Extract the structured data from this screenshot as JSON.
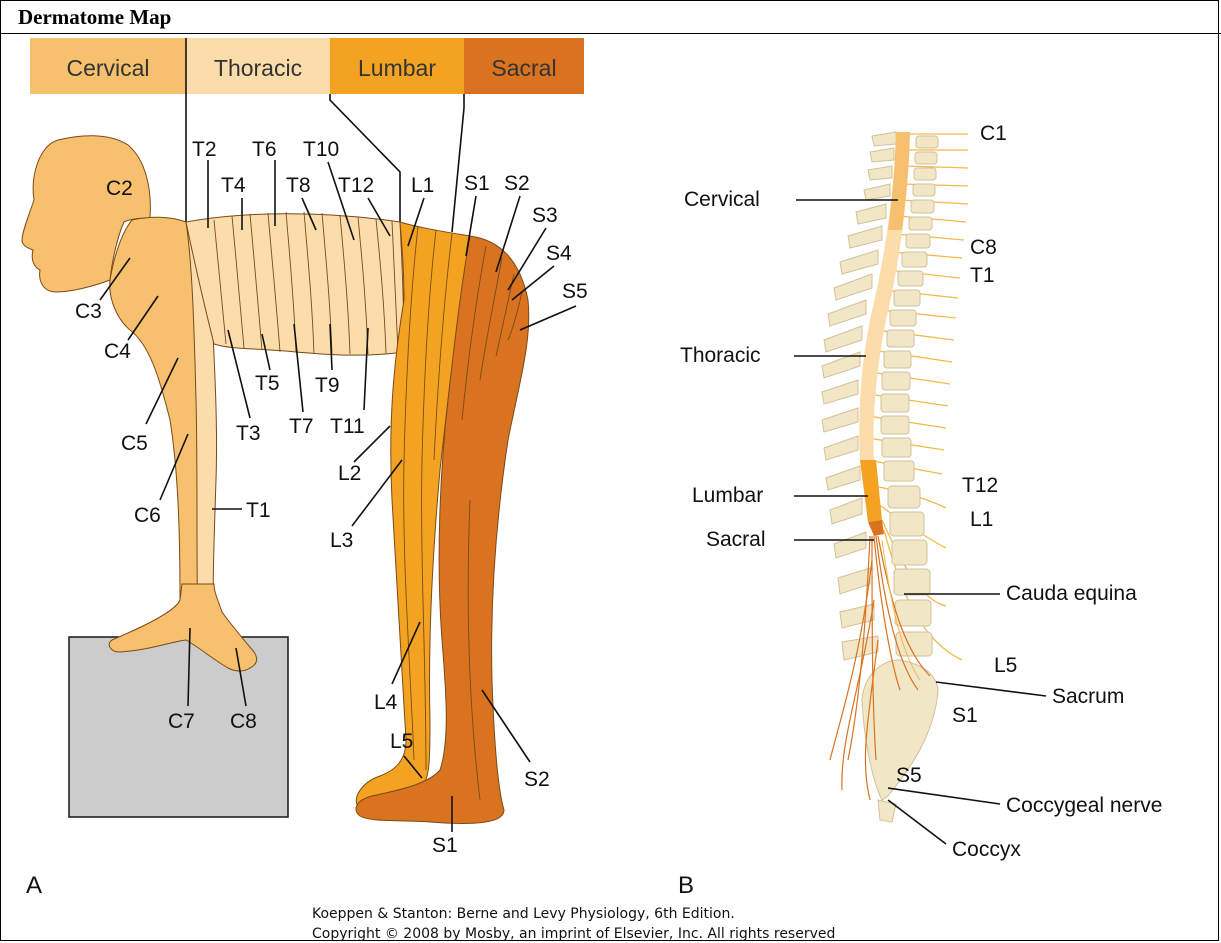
{
  "page_title": "Dermatome Map",
  "panel_a": {
    "letter": "A",
    "headers": [
      "Cervical",
      "Thoracic",
      "Lumbar",
      "Sacral"
    ],
    "labels": {
      "c2": "C2",
      "c3": "C3",
      "c4": "C4",
      "c5": "C5",
      "c6": "C6",
      "c7": "C7",
      "c8": "C8",
      "t1": "T1",
      "t2": "T2",
      "t3": "T3",
      "t4": "T4",
      "t5": "T5",
      "t6": "T6",
      "t7": "T7",
      "t8": "T8",
      "t9": "T9",
      "t10": "T10",
      "t11": "T11",
      "t12": "T12",
      "l1": "L1",
      "l2": "L2",
      "l3": "L3",
      "l4": "L4",
      "l5": "L5",
      "s1_top": "S1",
      "s2_top": "S2",
      "s3": "S3",
      "s4": "S4",
      "s5": "S5",
      "s2_leg": "S2",
      "s1_foot": "S1"
    }
  },
  "panel_b": {
    "letter": "B",
    "labels": {
      "c1": "C1",
      "cervical": "Cervical",
      "c8": "C8",
      "t1": "T1",
      "thoracic": "Thoracic",
      "t12": "T12",
      "lumbar": "Lumbar",
      "l1": "L1",
      "sacral": "Sacral",
      "cauda_equina": "Cauda equina",
      "l5": "L5",
      "sacrum": "Sacrum",
      "s1": "S1",
      "s5": "S5",
      "coccygeal_nerve": "Coccygeal nerve",
      "coccyx": "Coccyx"
    }
  },
  "credit": {
    "line1": "Koeppen & Stanton: Berne and Levy Physiology, 6th Edition.",
    "line2": "Copyright © 2008 by Mosby, an imprint of Elsevier, Inc. All rights reserved"
  },
  "colors": {
    "cervical": "#f7c06e",
    "thoracic": "#fbdcab",
    "lumbar": "#f3a321",
    "sacral": "#d9731f",
    "box": "#cccccc",
    "vertebra": "#f1e6c6"
  }
}
